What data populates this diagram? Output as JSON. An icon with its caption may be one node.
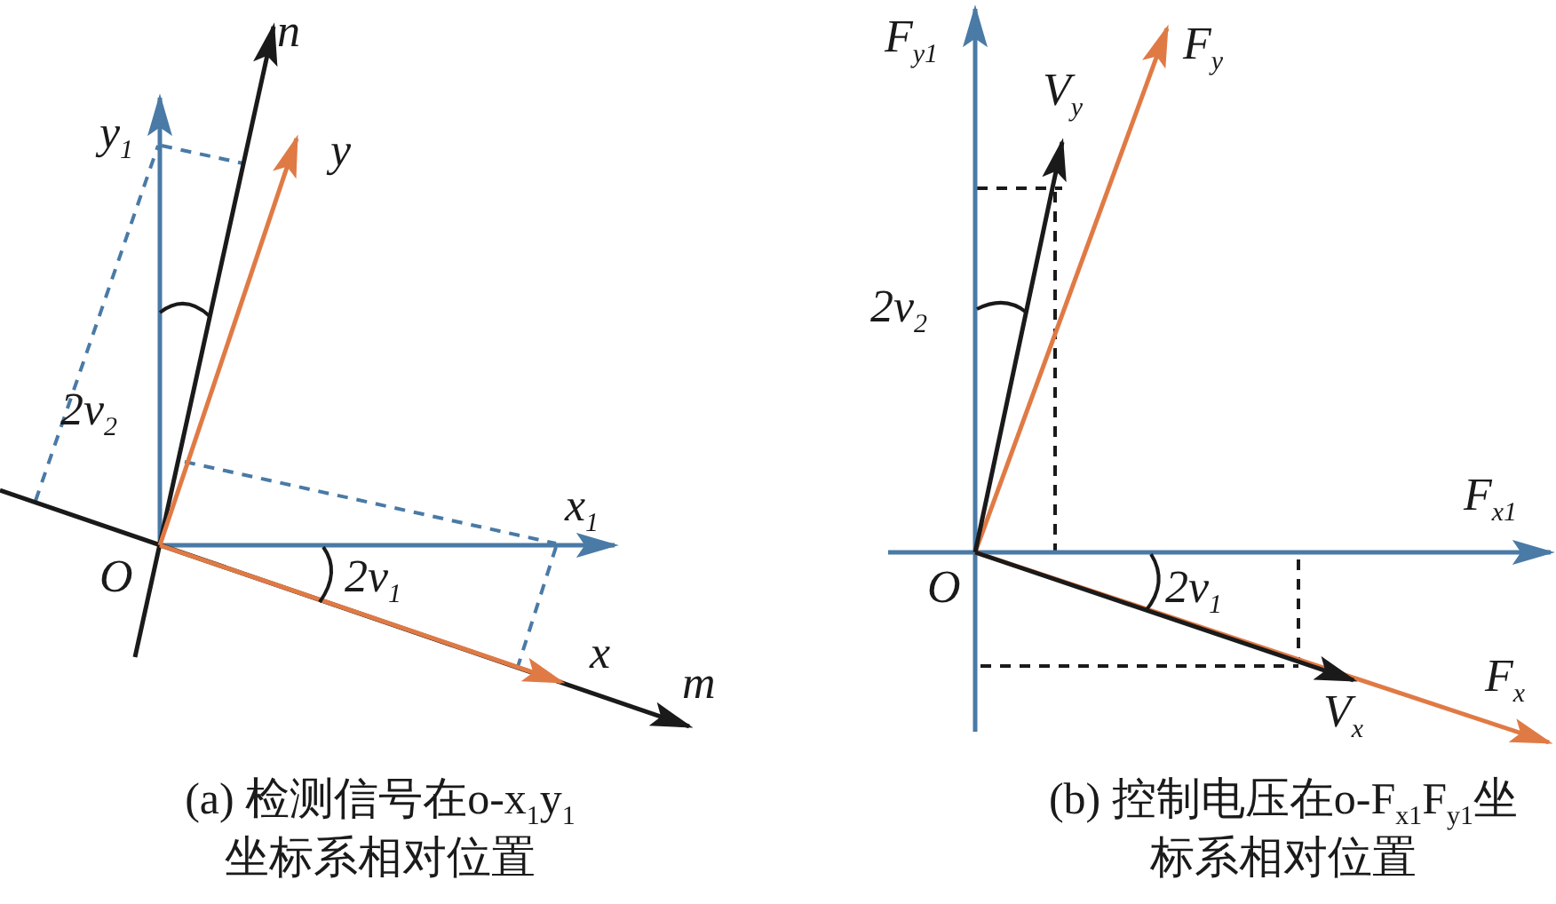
{
  "diagram": {
    "labels": [
      "n",
      "y$_{1}$",
      "y",
      "2v$_{2}$",
      "x$_{1}$",
      "O",
      "2v$_{1}$",
      "x",
      "m",
      "F$_{y1}$",
      "F$_{y}$",
      "V$_{y}$",
      "2v$_{2}$",
      "F$_{x1}$",
      "O",
      "2v$_{1}$",
      "F$_{x}$",
      "V$_{x}$",
      "(a) 检测信号在o-x$_{1}$y$_{1}$坐标系相对位置",
      "(b) 控制电压在o-F$_{x1}$F$_{y1}$坐标系相对位置"
    ]
  }
}
